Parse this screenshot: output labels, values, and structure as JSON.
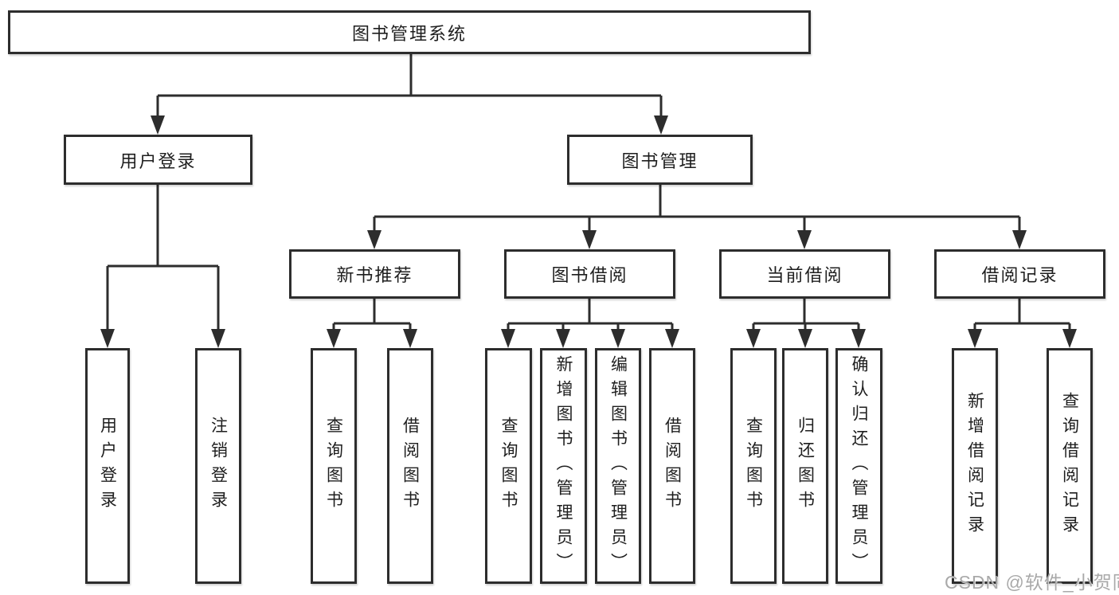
{
  "colors": {
    "line": "#2d2d2d",
    "border": "#2d2d2d",
    "text": "#1e1e1e",
    "watermark": "#a9a9a9",
    "background": "#ffffff"
  },
  "watermark": "CSDN @软件_小贺同学",
  "tree": {
    "root": "图书管理系统",
    "branches": [
      {
        "label": "用户登录",
        "children": [
          "用户登录",
          "注销登录"
        ]
      },
      {
        "label": "图书管理",
        "sections": [
          {
            "label": "新书推荐",
            "children": [
              "查询图书",
              "借阅图书"
            ]
          },
          {
            "label": "图书借阅",
            "children": [
              "查询图书",
              "新增图书（管理员）",
              "编辑图书（管理员）",
              "借阅图书"
            ]
          },
          {
            "label": "当前借阅",
            "children": [
              "查询图书",
              "归还图书",
              "确认归还（管理员）"
            ]
          },
          {
            "label": "借阅记录",
            "children": [
              "新增借阅记录",
              "查询借阅记录"
            ]
          }
        ]
      }
    ]
  }
}
